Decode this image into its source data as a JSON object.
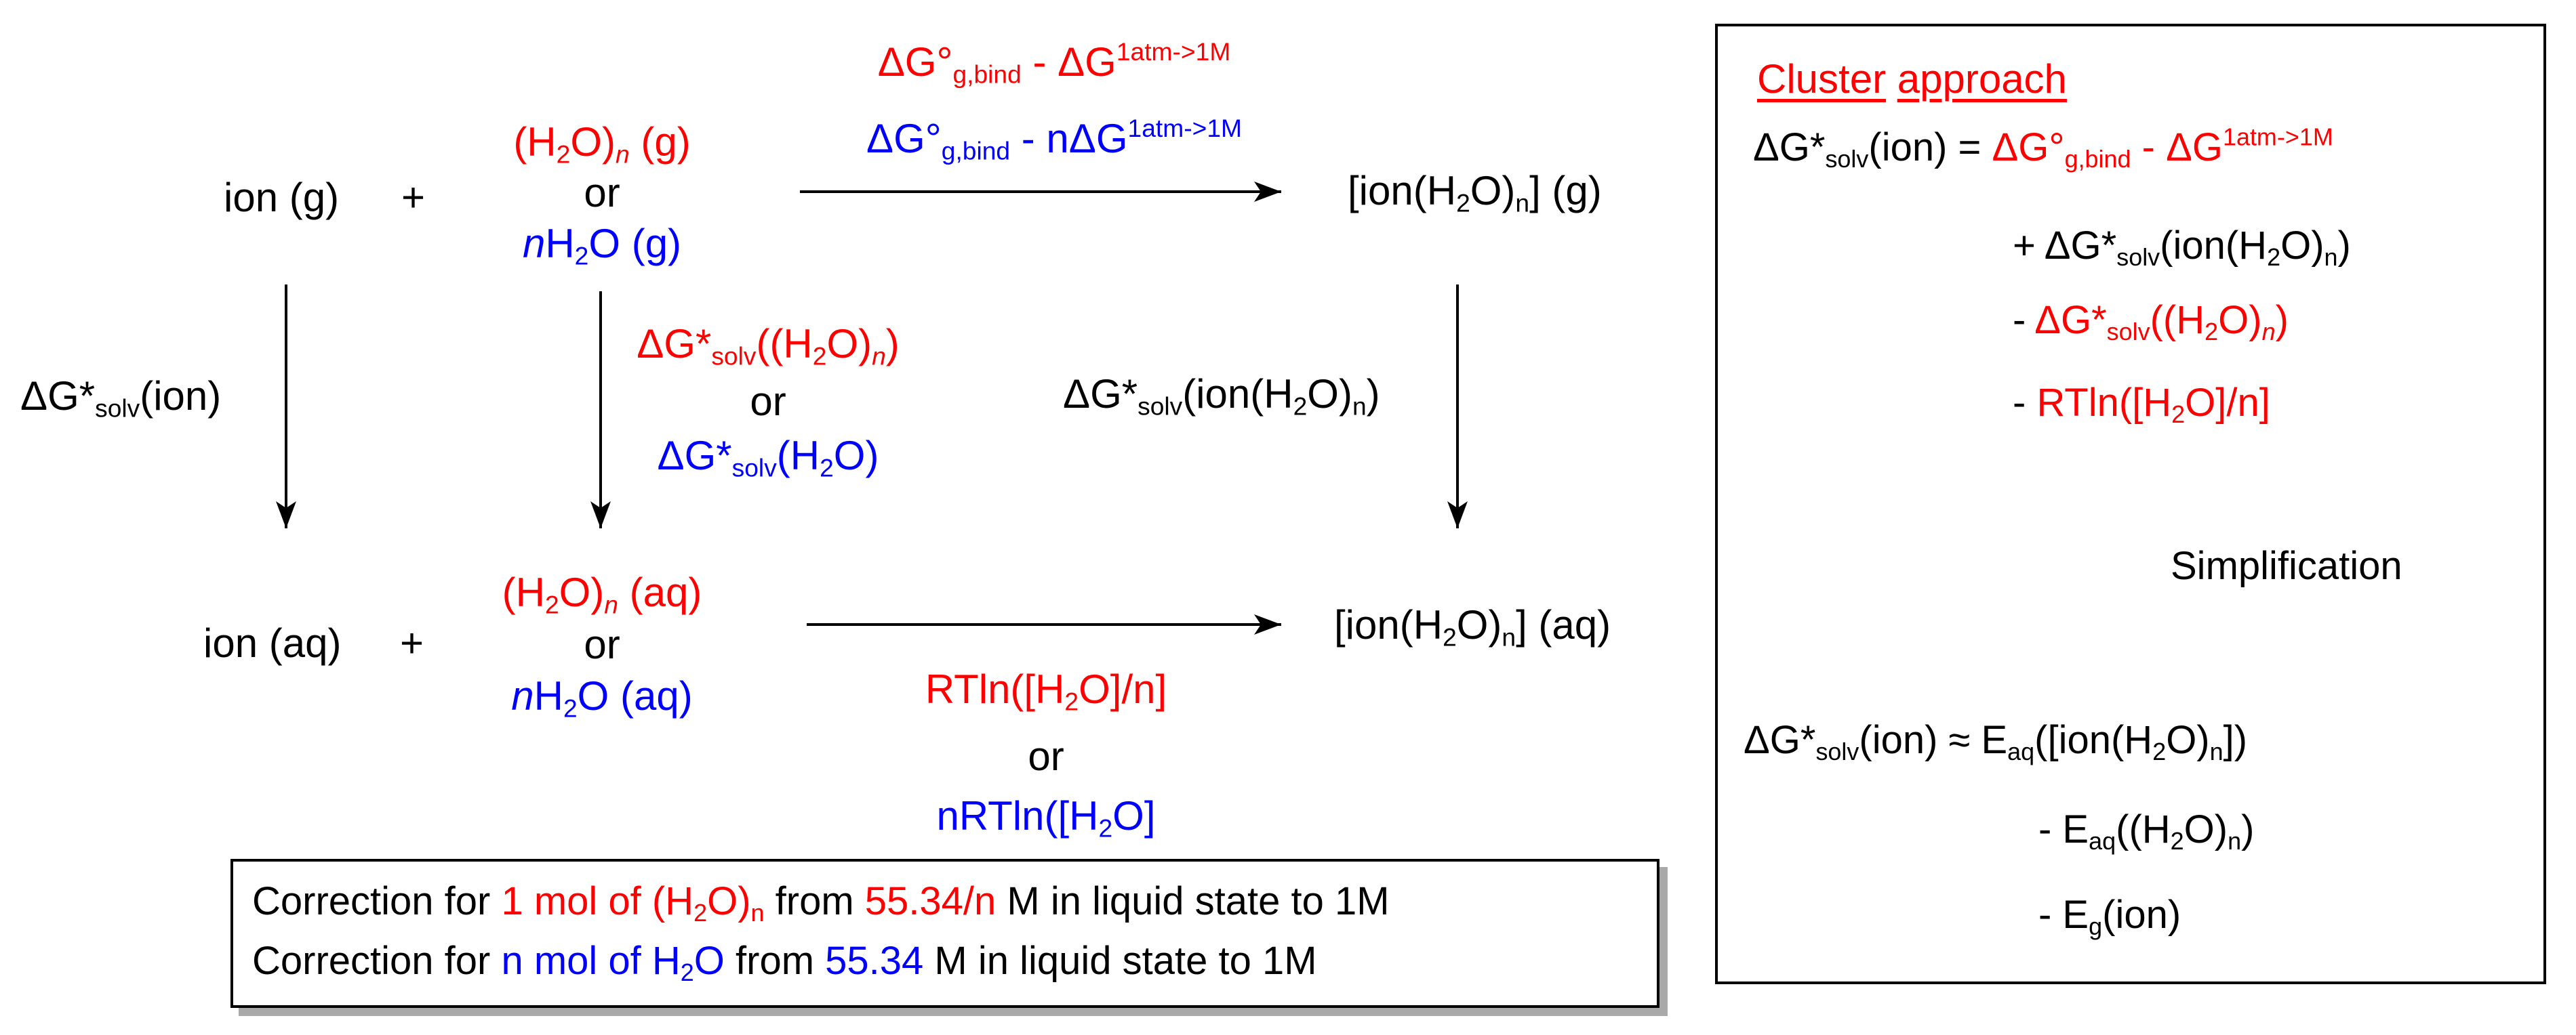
{
  "scheme": {
    "gas_row": {
      "ion": "ion (g)",
      "plus": "+",
      "cluster": "(H2O)n (g)",
      "or": "or",
      "monomer": "nH2O (g)",
      "product": "[ion(H2O)n] (g)"
    },
    "top_arrow": {
      "label_red": "ΔG°g,bind - ΔG1atm->1M",
      "label_blue": "ΔG°g,bind - nΔG1atm->1M"
    },
    "aq_row": {
      "ion": "ion (aq)",
      "plus": "+",
      "cluster": "(H2O)n (aq)",
      "or": "or",
      "monomer": "nH2O (aq)",
      "product": "[ion(H2O)n] (aq)"
    },
    "bottom_arrow": {
      "label_red": "RTln([H2O]/n]",
      "or": "or",
      "label_blue": "nRTln([H2O]"
    },
    "vertical": {
      "left_label": "ΔG*solv(ion)",
      "middle_red": "ΔG*solv((H2O)n)",
      "middle_or": "or",
      "middle_blue": "ΔG*solv(H2O)",
      "right_label": "ΔG*solv(ion(H2O)n)"
    },
    "correction_box": {
      "line1": {
        "prefix": "Correction for ",
        "amount": "1 mol of (H2O)n",
        "mid": " from ",
        "conc": "55.34/n",
        "suffix": " M in liquid state to 1M"
      },
      "line2": {
        "prefix": "Correction for ",
        "amount": "n mol of H2O",
        "mid": " from ",
        "conc": "55.34",
        "suffix": " M in liquid state to 1M"
      }
    }
  },
  "cluster_panel": {
    "title_word1": "Cluster",
    "title_word2": "approach",
    "eq1_lhs": "ΔG*solv(ion) =",
    "eq1_term_red": "ΔG°g,bind - ΔG1atm->1M",
    "eq1_term2": "+ ΔG*solv(ion(H2O)n)",
    "eq1_term3": "- ΔG*solv((H2O)n)",
    "eq1_term4": "- RTln([H2O]/n]",
    "simplification": "Simplification",
    "eq2_lhs": "ΔG*solv(ion) ≈ Eaq([ion(H2O)n])",
    "eq2_term2": "- Eaq((H2O)n)",
    "eq2_term3": "- Eg(ion)"
  },
  "colors": {
    "red": "#ff0000",
    "blue": "#0000ff",
    "black": "#000000",
    "shadow": "#a9a9a9"
  }
}
